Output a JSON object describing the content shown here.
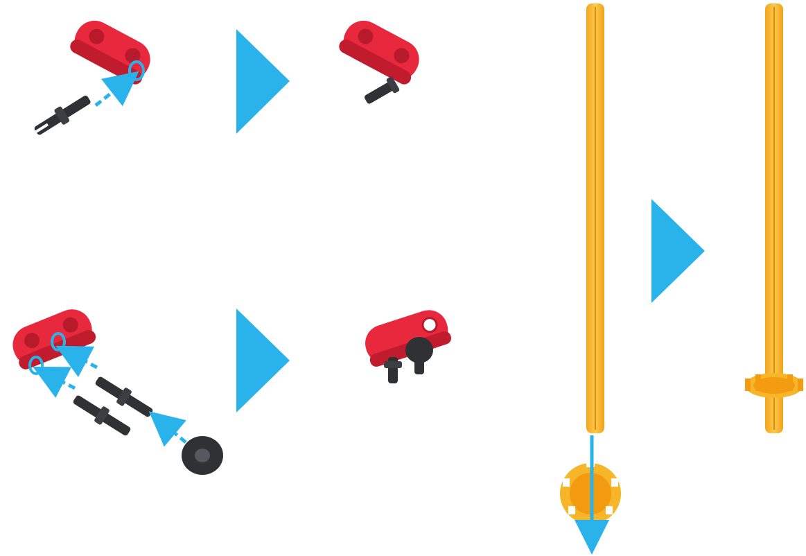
{
  "scene": {
    "steps": [
      {
        "id": "step-1",
        "parts": [
          "red-liftarm",
          "black-pin"
        ],
        "arrow_color": "#2ab3ea"
      },
      {
        "id": "step-2",
        "parts": [
          "red-liftarm",
          "black-pin",
          "black-pin",
          "black-bushing"
        ],
        "arrow_color": "#2ab3ea"
      },
      {
        "id": "step-3",
        "parts": [
          "yellow-axle",
          "yellow-gear"
        ],
        "arrow_color": "#2ab3ea"
      }
    ],
    "colors": {
      "accent_blue": "#2ab3ea",
      "brick_red": "#e8283c",
      "pin_black": "#2f3135",
      "axle_yellow": "#f7b52a",
      "background": "#ffffff"
    },
    "icons": [
      "play-triangle-icon",
      "assembly-arrow-icon"
    ]
  }
}
